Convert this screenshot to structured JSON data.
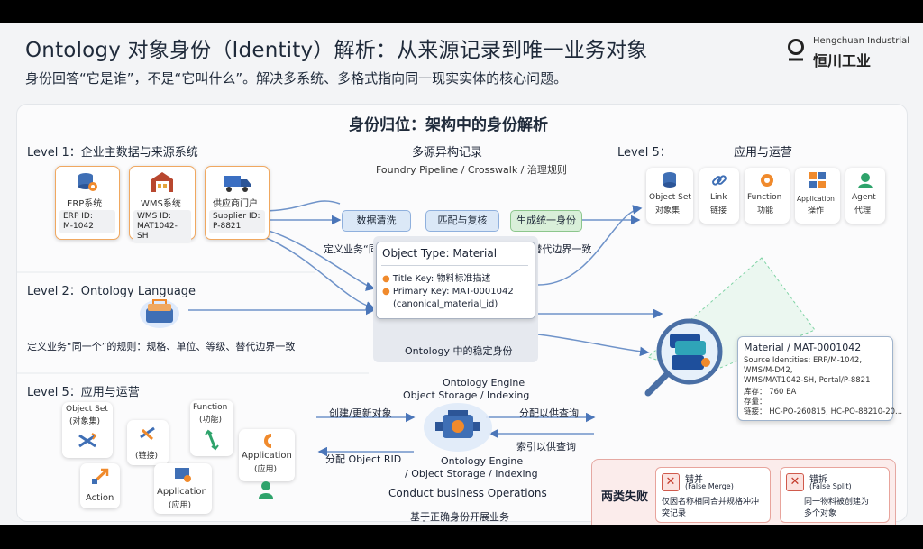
{
  "header": {
    "title": "Ontology 对象身份（Identity）解析：从来源记录到唯一业务对象",
    "subtitle": "身份回答“它是谁”，不是“它叫什么”。解决多系统、多格式指向同一现实实体的核心问题。",
    "brand_en": "Hengchuan Industrial",
    "brand_cn": "恒川工业"
  },
  "panel": {
    "title": "身份归位：架构中的身份解析"
  },
  "level1": {
    "heading": "Level 1：企业主数据与来源系统",
    "sources": [
      {
        "name": "ERP系统",
        "id_label": "ERP ID:",
        "id_value": "M-1042",
        "icon": "database-gear-icon"
      },
      {
        "name": "WMS系统",
        "id_label": "WMS ID:",
        "id_value": "MAT1042-SH",
        "icon": "warehouse-icon"
      },
      {
        "name": "供应商门户",
        "id_label": "Supplier ID:",
        "id_value": "P-8821",
        "icon": "truck-icon"
      }
    ]
  },
  "multisource": {
    "heading": "多源异构记录",
    "pipeline": "Foundry Pipeline / Crosswalk / 治理规则",
    "steps": [
      "数据清洗",
      "匹配与复核",
      "生成统一身份"
    ],
    "rule": "定义业务“同一个”的规则：规格、单位、等级、替代边界一致"
  },
  "level5_top": {
    "heading": "Level 5：",
    "subheading": "应用与运营",
    "items": [
      {
        "line1": "Object Set",
        "line2": "对象集",
        "icon": "database-icon"
      },
      {
        "line1": "Link",
        "line2": "链接",
        "icon": "link-icon"
      },
      {
        "line1": "Function",
        "line2": "功能",
        "icon": "function-icon"
      },
      {
        "line1": "Application",
        "line2": "操作",
        "icon": "app-grid-icon"
      },
      {
        "line1": "Agent",
        "line2": "代理",
        "icon": "agent-icon"
      }
    ]
  },
  "level2": {
    "heading": "Level 2：Ontology Language",
    "rule": "定义业务“同一个”的规则：规格、单位、等级、替代边界一致"
  },
  "object_type": {
    "title": "Object Type: Material",
    "title_key": "Title Key: 物料标准描述",
    "primary_key": "Primary Key: MAT-0001042",
    "primary_key_sub": "(canonical_material_id)",
    "caption": "Ontology 中的稳定身份"
  },
  "material_popup": {
    "title": "Material / MAT-0001042",
    "lines": [
      "Source Identities: ERP/M-1042,",
      "WMS/M-D42,",
      "WMS/MAT1042-SH, Portal/P-8821",
      "库存：  760 EA",
      "存量：",
      "链接：  HC-PO-260815, HC-PO-88210-20..."
    ]
  },
  "level5_bottom": {
    "heading": "Level 5：应用与运营",
    "object_set": {
      "line1": "Object Set",
      "line2": "(对象集)"
    },
    "link_label": "(链接)",
    "action_label": "Action",
    "function": {
      "line1": "Function",
      "line2": "(功能)"
    },
    "application_bottom": {
      "line1": "Application",
      "line2": "(应用)"
    },
    "application_right": {
      "line1": "Application",
      "line2": "(应用)"
    }
  },
  "engine": {
    "top_line1": "Ontology Engine",
    "top_line2": "Object Storage / Indexing",
    "bottom_line1": "Ontology Engine",
    "bottom_line2": "/ Object Storage / Indexing",
    "ops": "Conduct business Operations",
    "ops_cn": "基于正确身份开展业务",
    "arrow_create": "创建/更新对象",
    "arrow_assign": "分配 Object RID",
    "arrow_query": "分配以供查询",
    "arrow_index": "索引以供查询"
  },
  "failures": {
    "heading": "两类失败",
    "merge": {
      "title": "错并",
      "en": "(False Merge)",
      "desc1": "仅因名称相同合并规格冲冲",
      "desc2": "突记录"
    },
    "split": {
      "title": "错拆",
      "en": "(False Split)",
      "desc1": "同一物料被创建为",
      "desc2": "多个对象"
    }
  },
  "colors": {
    "accent_blue": "#2f6fd6",
    "pipeline_blue": "#dbe8f7",
    "pipeline_green": "#d9efd9",
    "source_orange": "#f0a860",
    "failure_red": "#d05a4c"
  }
}
